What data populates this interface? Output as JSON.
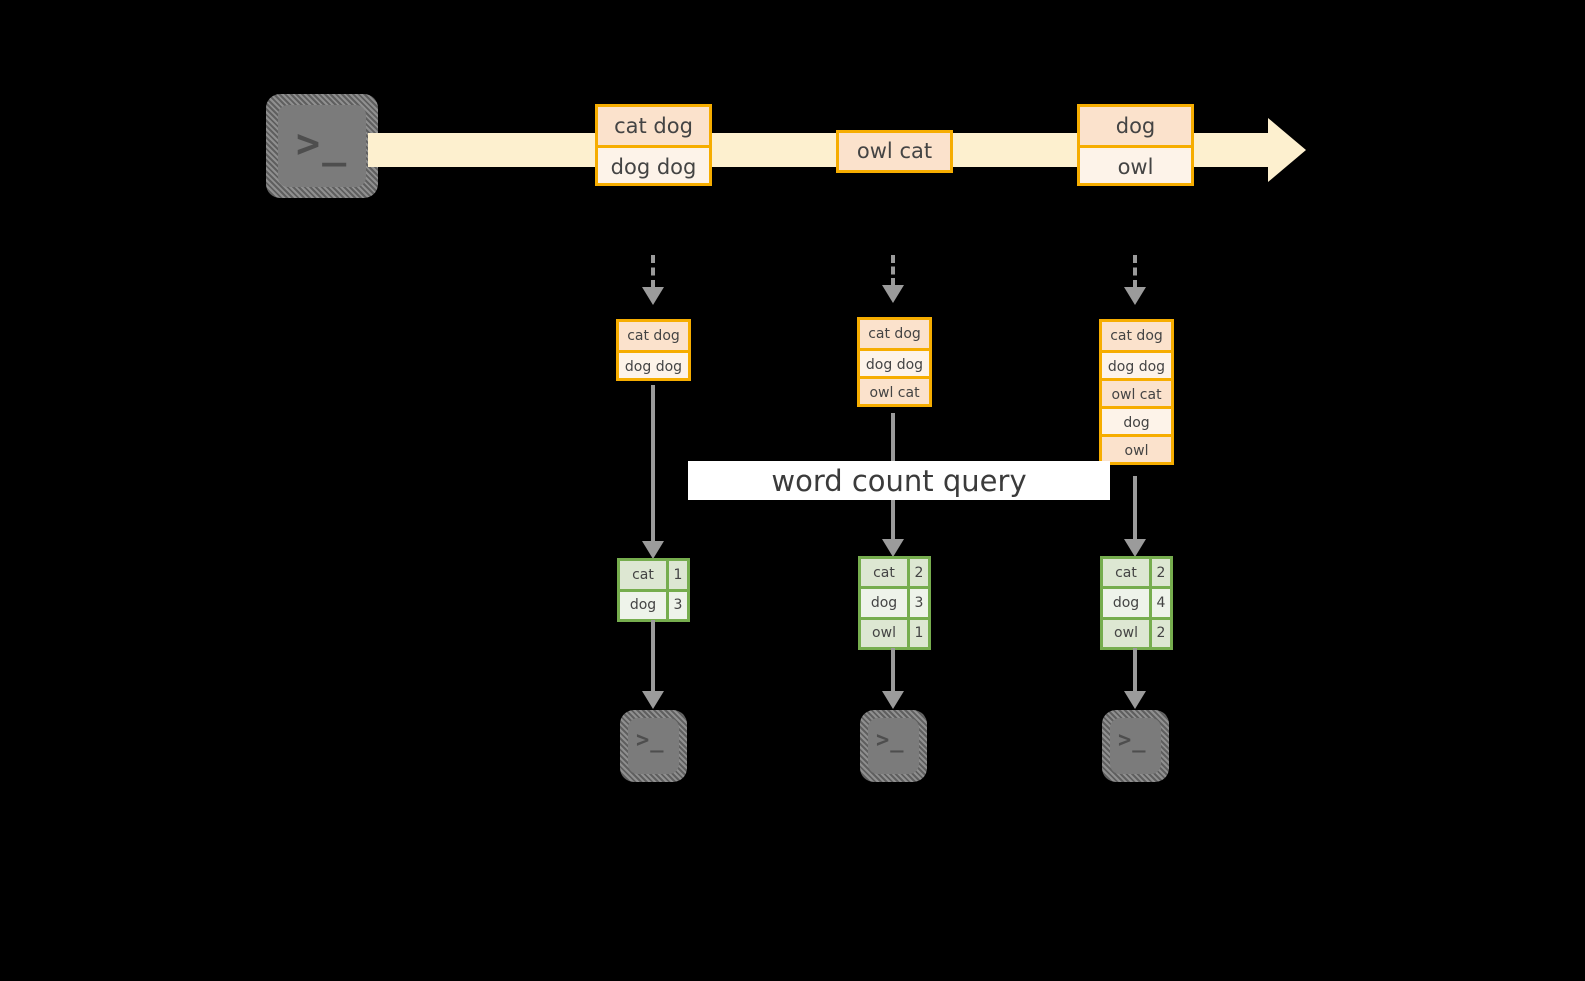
{
  "diagram": {
    "title": "word count query",
    "colors": {
      "background": "#000000",
      "stream_band": "#fdf0cf",
      "event_border": "#f6ad00",
      "event_fill_dark": "#fbe2cc",
      "event_fill_light": "#fdf3e9",
      "table_border": "#76ad4e",
      "table_fill_dark": "#dde7d2",
      "table_fill_light": "#eef3ea",
      "connector": "#9b9b9b",
      "terminal_face": "#7b7b7b",
      "caption_band": "#ffffff",
      "text": "#444444"
    },
    "source": {
      "icon": "terminal-icon",
      "glyph": ">_"
    },
    "stream": {
      "direction": "left-to-right",
      "events": [
        {
          "lines": [
            "cat dog",
            "dog dog"
          ]
        },
        {
          "lines": [
            "owl cat"
          ]
        },
        {
          "lines": [
            "dog",
            "owl"
          ]
        }
      ]
    },
    "snapshots": [
      {
        "id": "snapshot-1",
        "input_rows": [
          "cat dog",
          "dog dog"
        ],
        "result_header": null,
        "results": [
          {
            "word": "cat",
            "count": "1"
          },
          {
            "word": "dog",
            "count": "3"
          }
        ],
        "sink": {
          "icon": "terminal-icon",
          "glyph": ">_"
        }
      },
      {
        "id": "snapshot-2",
        "input_rows": [
          "cat dog",
          "dog dog",
          "owl cat"
        ],
        "result_header": null,
        "results": [
          {
            "word": "cat",
            "count": "2"
          },
          {
            "word": "dog",
            "count": "3"
          },
          {
            "word": "owl",
            "count": "1"
          }
        ],
        "sink": {
          "icon": "terminal-icon",
          "glyph": ">_"
        }
      },
      {
        "id": "snapshot-3",
        "input_rows": [
          "cat dog",
          "dog dog",
          "owl cat",
          "dog",
          "owl"
        ],
        "result_header": null,
        "results": [
          {
            "word": "cat",
            "count": "2"
          },
          {
            "word": "dog",
            "count": "4"
          },
          {
            "word": "owl",
            "count": "2"
          }
        ],
        "sink": {
          "icon": "terminal-icon",
          "glyph": ">_"
        }
      }
    ]
  }
}
